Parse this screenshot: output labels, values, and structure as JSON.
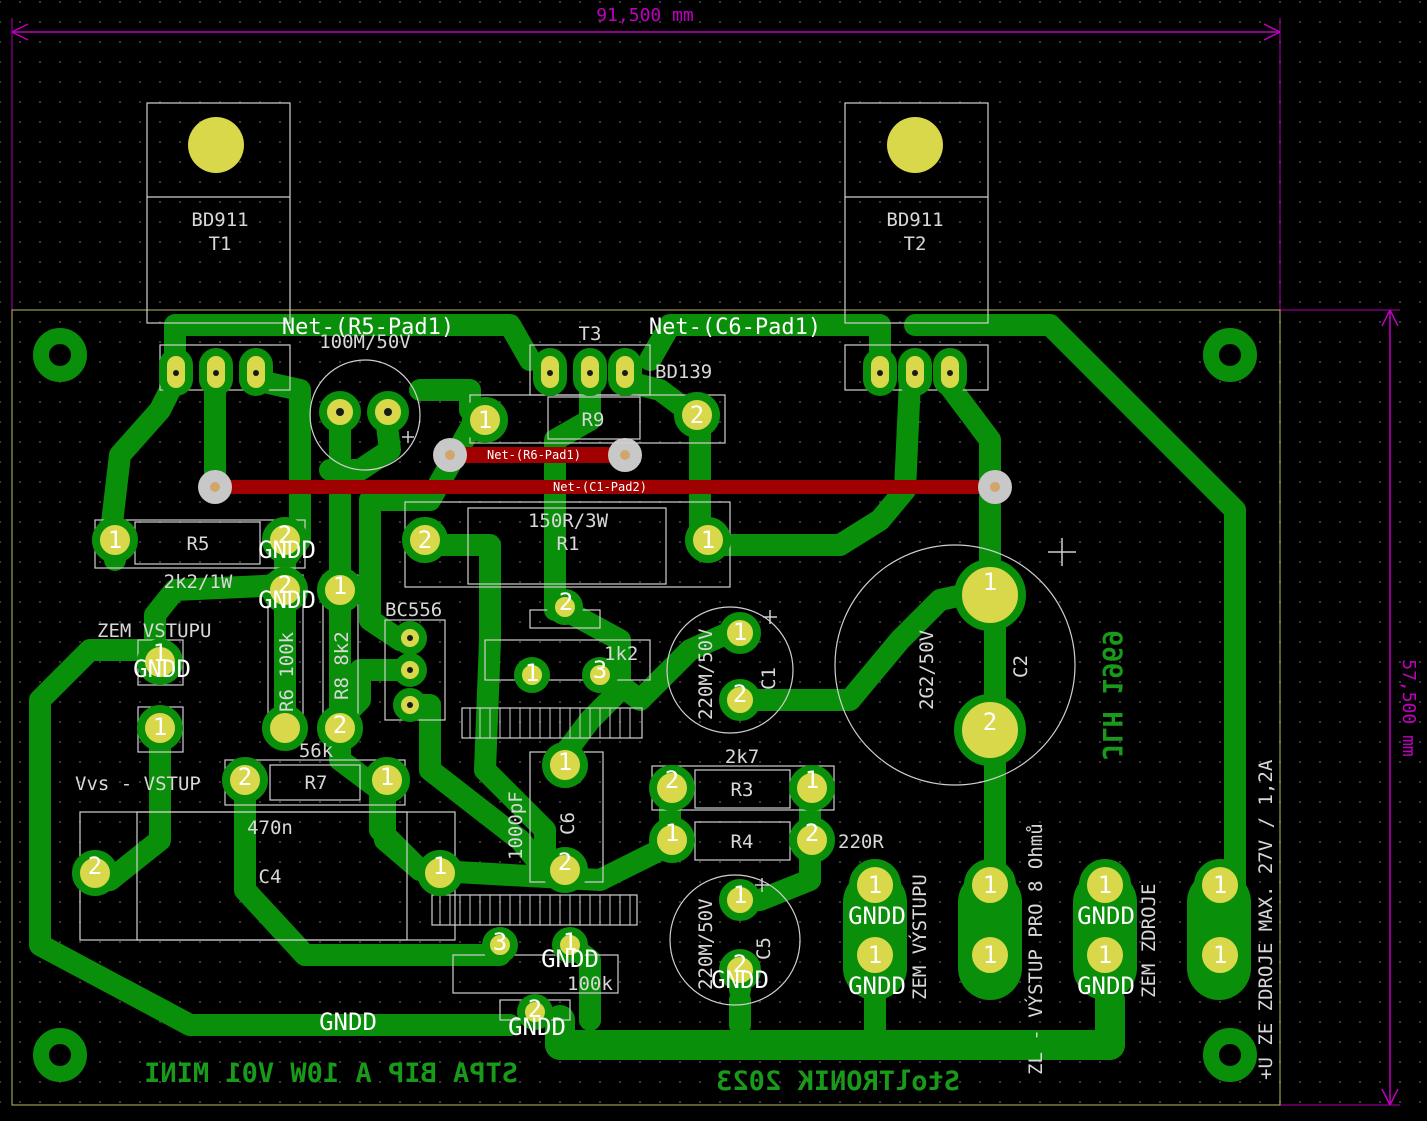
{
  "dimensions": {
    "width_label": "91,500 mm",
    "height_label": "57,500 mm"
  },
  "board_texts": {
    "brand_text": "STPA BIP A 10W V01 MINI",
    "year_text": "StolTRONIK 2023",
    "jlh_text": "JLH 1969",
    "gndd_bottom": "GNDD",
    "net_r5": "Net-(R5-Pad1)",
    "net_c6": "Net-(C6-Pad1)",
    "net_r6_track": "Net-(R6-Pad1)",
    "net_c1_track": "Net-(C1-Pad2)"
  },
  "components": {
    "t1": {
      "value": "BD911",
      "ref": "T1"
    },
    "t2": {
      "value": "BD911",
      "ref": "T2"
    },
    "t3": {
      "ref": "T3",
      "value": "BD139"
    },
    "r9": {
      "ref": "R9"
    },
    "r1": {
      "value": "150R/3W",
      "ref": "R1"
    },
    "r5": {
      "ref": "R5",
      "value": "2k2/1W"
    },
    "r6": {
      "ref": "R6",
      "value": "100k"
    },
    "r8": {
      "ref": "R8",
      "value": "8k2"
    },
    "bc556": {
      "value": "BC556"
    },
    "c_top": {
      "value": "100M/50V"
    },
    "c1": {
      "ref": "C1",
      "value": "220M/50V"
    },
    "c2": {
      "ref": "C2",
      "value": "2G2/50V"
    },
    "trim1": {
      "value": "1k2"
    },
    "r3": {
      "ref": "R3",
      "value": "2k7"
    },
    "r4": {
      "ref": "R4",
      "value": "220R"
    },
    "r7": {
      "ref": "R7",
      "value": "56k"
    },
    "c4": {
      "ref": "C4",
      "value": "470n"
    },
    "c6": {
      "ref": "C6",
      "value": "1000pF"
    },
    "c5": {
      "ref": "C5",
      "value": "220M/50V"
    },
    "trim2": {
      "value": "100k"
    }
  },
  "connectors": {
    "zem_vstupu_left": "ZEM VSTUPU",
    "vvs_vstup": "Vvs - VSTUP",
    "zem_vystupu": "ZEM VÝSTUPU",
    "zl_vystup": "ZL - VÝSTUP PRO 8 Ohmů",
    "zem_zdroje": "ZEM ZDROJE",
    "plus_u": "+U ZE ZDROJE MAX. 27V / 1,2A"
  },
  "pad_labels": {
    "one": "1",
    "two": "2",
    "three": "3",
    "gndd": "GNDD"
  },
  "colors": {
    "board_bg": "#000000",
    "copper": "#0a8f0a",
    "pad": "#d8d84a",
    "track_red": "#a00000",
    "silk": "#d8d8d8",
    "dimension": "#c000c0"
  }
}
